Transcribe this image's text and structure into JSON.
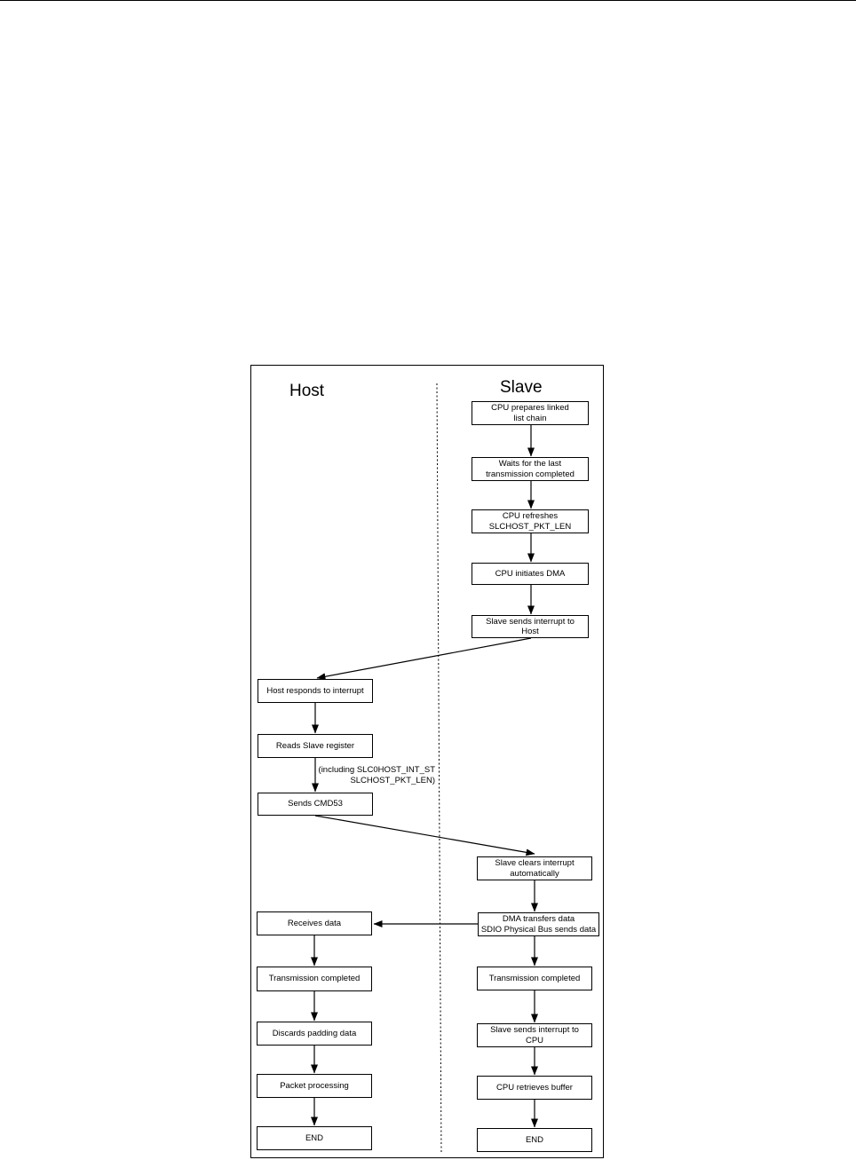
{
  "lanes": {
    "host": "Host",
    "slave": "Slave"
  },
  "slave_steps": {
    "prepare": [
      "CPU prepares linked",
      "list chain"
    ],
    "wait": [
      "Waits for the last",
      "transmission completed"
    ],
    "refresh": [
      "CPU refreshes",
      "SLCHOST_PKT_LEN"
    ],
    "dma": [
      "CPU initiates DMA"
    ],
    "interrupt_host": [
      "Slave sends interrupt to",
      "Host"
    ],
    "clear": [
      "Slave clears interrupt",
      "automatically"
    ],
    "transfer": [
      "DMA transfers data",
      "SDIO Physical Bus sends data"
    ],
    "complete": [
      "Transmission completed"
    ],
    "interrupt_cpu": [
      "Slave sends interrupt to",
      "CPU"
    ],
    "retrieve": [
      "CPU retrieves buffer"
    ],
    "end": [
      "END"
    ]
  },
  "host_steps": {
    "respond": [
      "Host responds to interrupt"
    ],
    "read": [
      "Reads Slave register"
    ],
    "cmd53": [
      "Sends CMD53"
    ],
    "receive": [
      "Receives data"
    ],
    "complete": [
      "Transmission completed"
    ],
    "discard": [
      "Discards padding data"
    ],
    "process": [
      "Packet processing"
    ],
    "end": [
      "END"
    ]
  },
  "read_note": [
    "(including SLC0HOST_INT_ST",
    "SLCHOST_PKT_LEN)"
  ]
}
